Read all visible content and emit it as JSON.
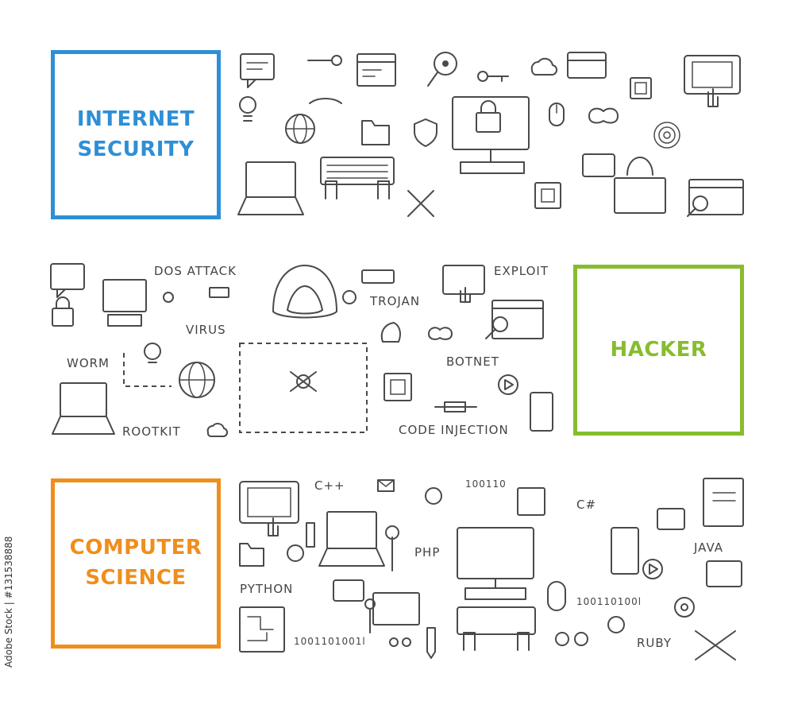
{
  "banners": {
    "internet_security": {
      "line1": "INTERNET",
      "line2": "SECURITY",
      "color": "#2e8fd6"
    },
    "hacker": {
      "line1": "HACKER",
      "color": "#86bd2e"
    },
    "computer_science": {
      "line1": "COMPUTER",
      "line2": "SCIENCE",
      "color": "#f08e1c"
    }
  },
  "hacker_labels": {
    "dos_attack": "DOS ATTACK",
    "exploit": "EXPLOIT",
    "trojan": "TROJAN",
    "virus": "VIRUS",
    "worm": "WORM",
    "botnet": "BOTNET",
    "rootkit": "ROOTKIT",
    "code_injection": "CODE INJECTION"
  },
  "cs_labels": {
    "cpp": "C++",
    "binary_top": "100110",
    "csharp": "C#",
    "php": "PHP",
    "java": "JAVA",
    "python": "PYTHON",
    "binary_right": "100110100l",
    "binary_bottom": "1001101001l",
    "ruby": "RUBY"
  },
  "watermark": "Adobe Stock | #131538888",
  "icon_color": "#4a4a4a"
}
